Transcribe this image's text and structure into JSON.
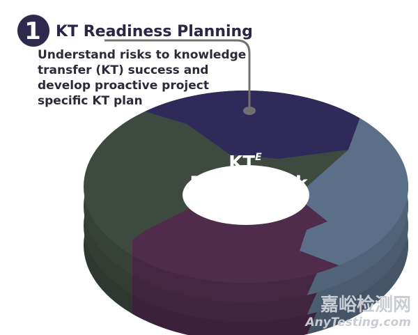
{
  "step": {
    "number": "1",
    "title": "KT Readiness Planning",
    "description_lines": [
      "Understand risks to knowledge",
      "transfer (KT) success and",
      "develop proactive project",
      "specific KT plan"
    ]
  },
  "center_label": {
    "line1": "KT",
    "superscript": "E",
    "line2": "Framework"
  },
  "watermark": {
    "chinese": "嘉峪检测网",
    "english": "AnyTesting.com"
  },
  "colors": {
    "navy_segment": "#2f2a5a",
    "slate_segment": "#5b7088",
    "plum_segment": "#4f2c4c",
    "olive_segment": "#3e4a3f",
    "badge": "#2e2a4e",
    "connector": "#707070"
  }
}
